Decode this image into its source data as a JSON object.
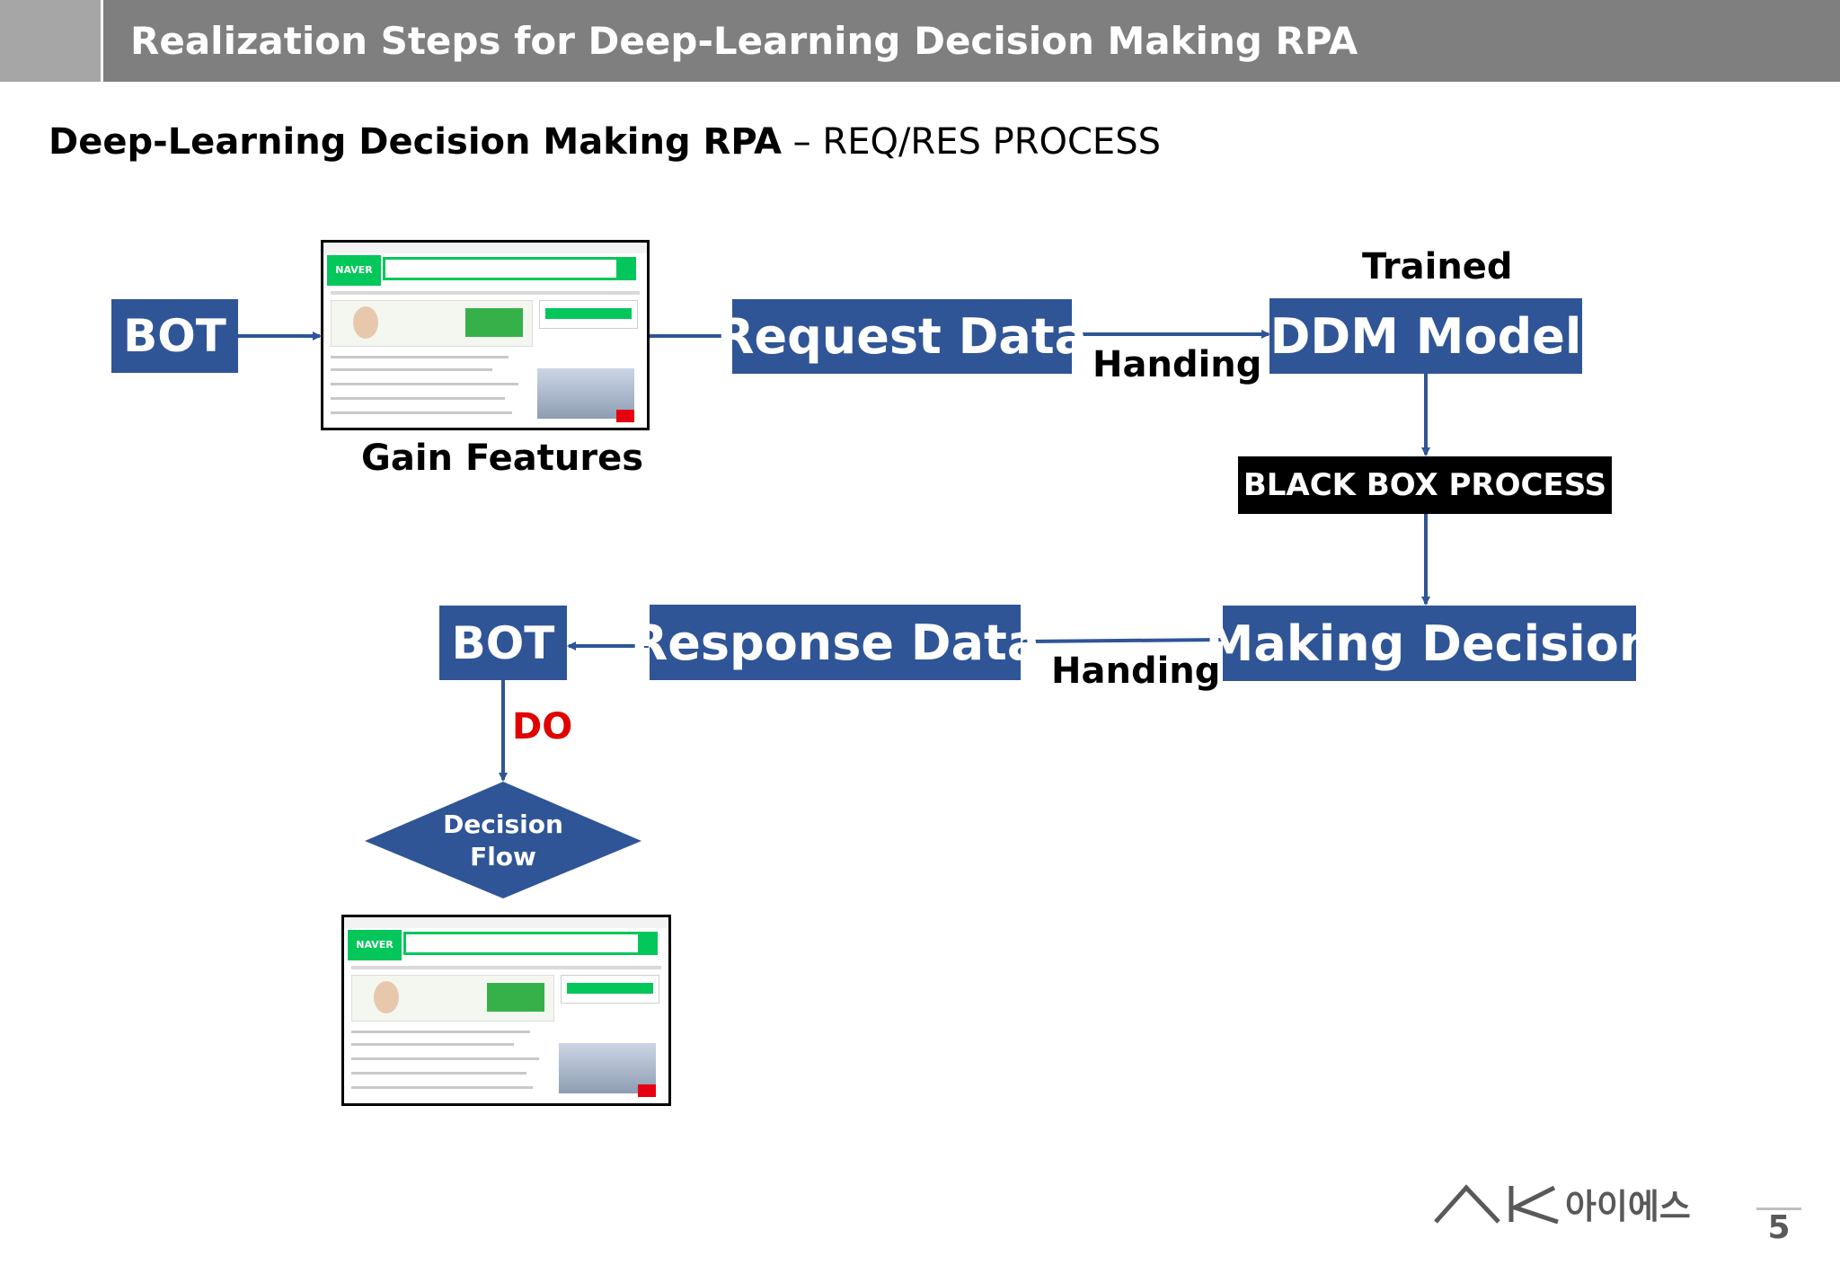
{
  "header": {
    "title": "Realization Steps for Deep-Learning Decision Making RPA"
  },
  "subtitle": {
    "bold": "Deep-Learning Decision Making RPA",
    "normal": " – REQ/RES PROCESS"
  },
  "nodes": {
    "bot_top": "BOT",
    "request_data": "Request Data",
    "ddm_model": "DDM Model",
    "black_box": "BLACK BOX PROCESS",
    "making_decision": "Making Decision",
    "response_data": "Response Data",
    "bot_bottom": "BOT",
    "decision_flow_line1": "Decision",
    "decision_flow_line2": "Flow"
  },
  "labels": {
    "gain_features": "Gain Features",
    "trained": "Trained",
    "handing_top": "Handing",
    "handing_bottom": "Handing",
    "do": "DO"
  },
  "screenshot": {
    "logo_text": "NAVER"
  },
  "footer": {
    "company": "아이에스",
    "page_number": "5"
  },
  "colors": {
    "node_fill": "#2f5597",
    "black_box_fill": "#000000",
    "do_label": "#e00000",
    "header_bar": "#7f7f7f",
    "header_accent": "#a6a6a6",
    "arrow": "#2f5597"
  }
}
